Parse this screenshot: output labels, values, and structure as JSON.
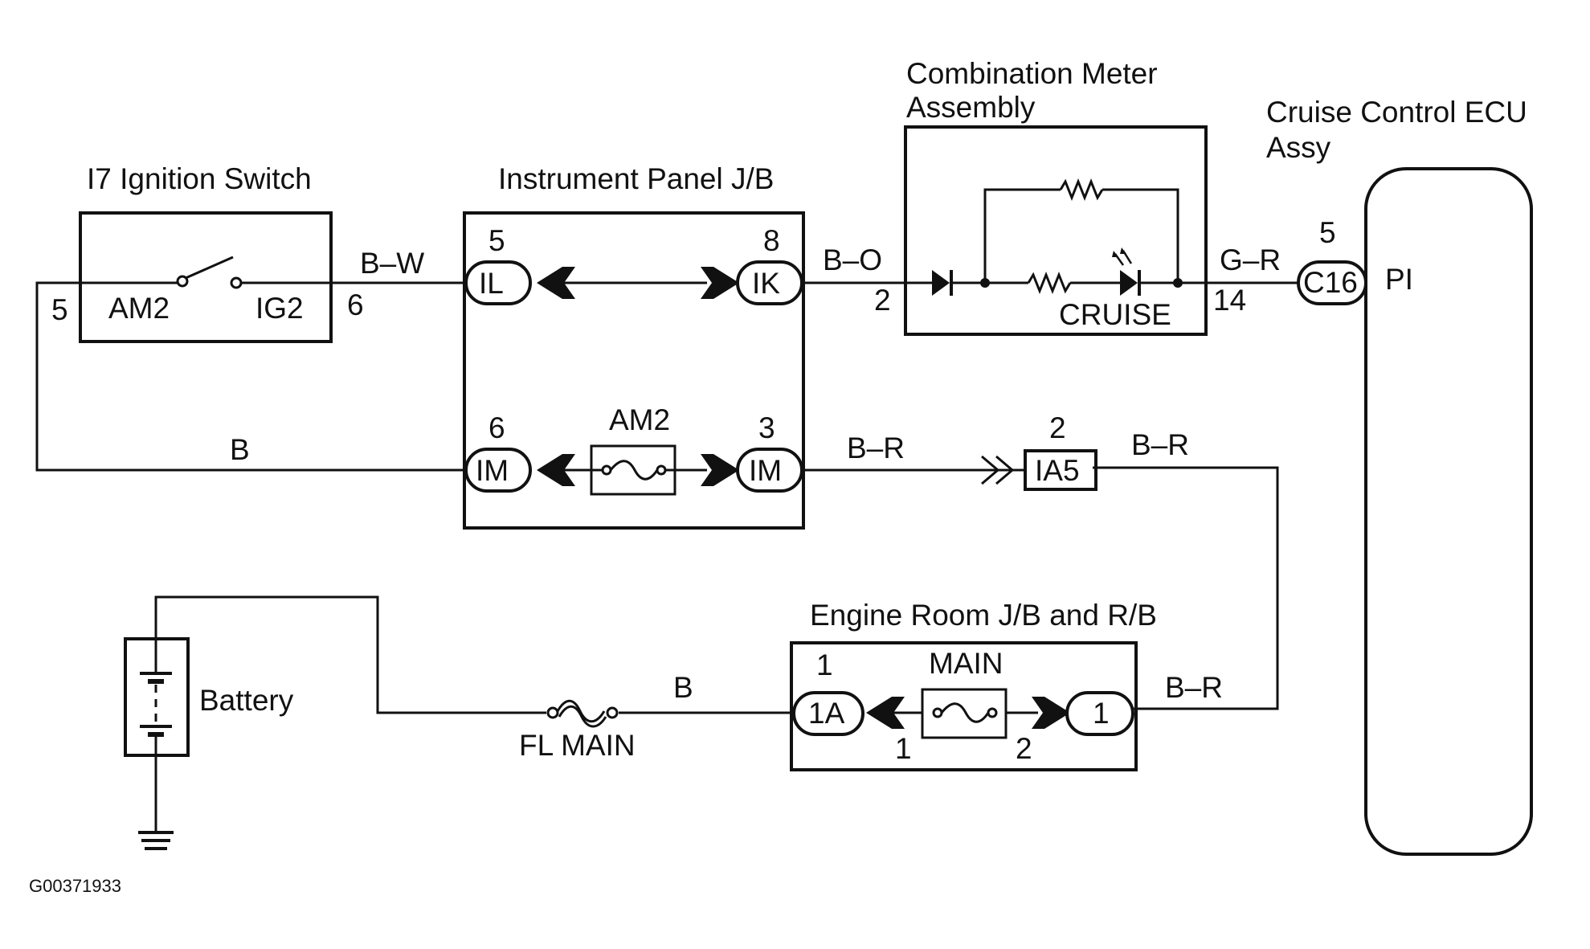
{
  "ignition_switch": {
    "title": "I7 Ignition Switch",
    "am2": "AM2",
    "ig2": "IG2",
    "pin_left": "5",
    "pin_right": "6"
  },
  "instrument_panel": {
    "title": "Instrument Panel J/B",
    "il_pin": "5",
    "il": "IL",
    "ik_pin": "8",
    "ik": "IK",
    "im_left_pin": "6",
    "im_left": "IM",
    "fuse": "AM2",
    "im_right_pin": "3",
    "im_right": "IM"
  },
  "combination_meter": {
    "title_line1": "Combination  Meter",
    "title_line2": "Assembly",
    "cruise": "CRUISE",
    "pin_in": "2",
    "pin_out": "14"
  },
  "cruise_ecu": {
    "title_line1": "Cruise  Control  ECU",
    "title_line2": "Assy",
    "pin": "5",
    "connector": "C16",
    "terminal": "PI"
  },
  "engine_room": {
    "title": "Engine Room J/B and R/B",
    "pin_1a_top": "1",
    "c1a": "1A",
    "fuse": "MAIN",
    "pin_bottom_1": "1",
    "pin_bottom_2": "2",
    "c1": "1"
  },
  "junction": {
    "pin": "2",
    "label": "IA5"
  },
  "battery": {
    "label": "Battery"
  },
  "fusible_link": {
    "label": "FL MAIN"
  },
  "wires": {
    "bw": "B–W",
    "bo": "B–O",
    "gr": "G–R",
    "b_top": "B",
    "br1": "B–R",
    "br2": "B–R",
    "br3": "B–R",
    "b_bottom": "B"
  },
  "figure_code": "G00371933"
}
